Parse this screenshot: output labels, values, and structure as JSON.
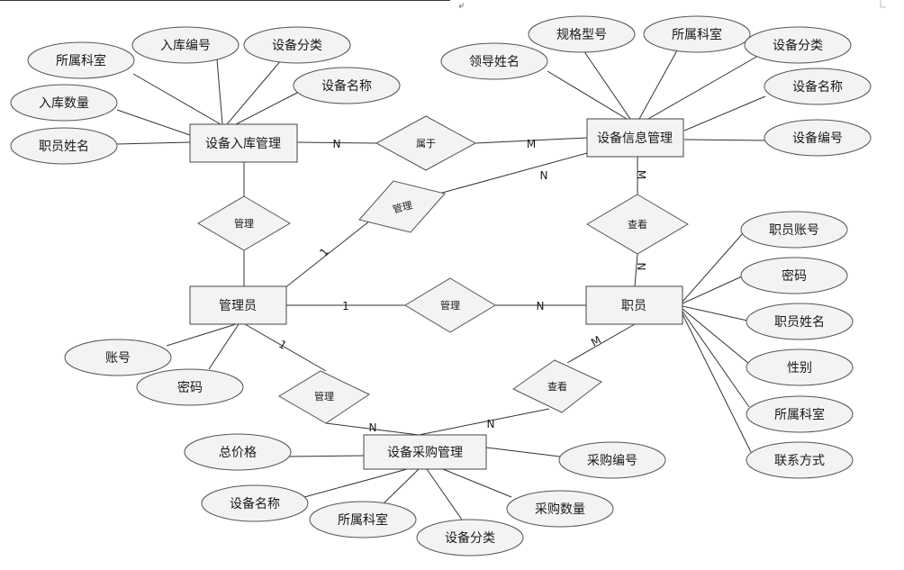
{
  "entities": [
    {
      "id": "rk",
      "label": "设备入库管理"
    },
    {
      "id": "xx",
      "label": "设备信息管理"
    },
    {
      "id": "gly",
      "label": "管理员"
    },
    {
      "id": "zy",
      "label": "职员"
    },
    {
      "id": "cg",
      "label": "设备采购管理"
    }
  ],
  "relationships": [
    {
      "id": "r_sy",
      "label": "属于"
    },
    {
      "id": "r_gl1",
      "label": "管理"
    },
    {
      "id": "r_gl2",
      "label": "管理"
    },
    {
      "id": "r_ck1",
      "label": "查看"
    },
    {
      "id": "r_gl3",
      "label": "管理"
    },
    {
      "id": "r_gl4",
      "label": "管理"
    },
    {
      "id": "r_ck2",
      "label": "查看"
    }
  ],
  "attributes": [
    {
      "id": "a1",
      "label": "所属科室"
    },
    {
      "id": "a2",
      "label": "入库编号"
    },
    {
      "id": "a3",
      "label": "设备分类"
    },
    {
      "id": "a4",
      "label": "设备名称"
    },
    {
      "id": "a5",
      "label": "入库数量"
    },
    {
      "id": "a6",
      "label": "职员姓名"
    },
    {
      "id": "b1",
      "label": "规格型号"
    },
    {
      "id": "b2",
      "label": "所属科室"
    },
    {
      "id": "b3",
      "label": "设备分类"
    },
    {
      "id": "b4",
      "label": "领导姓名"
    },
    {
      "id": "b5",
      "label": "设备名称"
    },
    {
      "id": "b6",
      "label": "设备编号"
    },
    {
      "id": "c1",
      "label": "职员账号"
    },
    {
      "id": "c2",
      "label": "密码"
    },
    {
      "id": "c3",
      "label": "职员姓名"
    },
    {
      "id": "c4",
      "label": "性别"
    },
    {
      "id": "c5",
      "label": "所属科室"
    },
    {
      "id": "c6",
      "label": "联系方式"
    },
    {
      "id": "d1",
      "label": "账号"
    },
    {
      "id": "d2",
      "label": "密码"
    },
    {
      "id": "e1",
      "label": "总价格"
    },
    {
      "id": "e2",
      "label": "采购编号"
    },
    {
      "id": "e3",
      "label": "设备名称"
    },
    {
      "id": "e4",
      "label": "所属科室"
    },
    {
      "id": "e5",
      "label": "设备分类"
    },
    {
      "id": "e6",
      "label": "采购数量"
    }
  ],
  "cardinalities": [
    {
      "id": "k1",
      "label": "N"
    },
    {
      "id": "k2",
      "label": "M"
    },
    {
      "id": "k3",
      "label": "N"
    },
    {
      "id": "k4",
      "label": "1"
    },
    {
      "id": "k5",
      "label": "M"
    },
    {
      "id": "k6",
      "label": "N"
    },
    {
      "id": "k7",
      "label": "1"
    },
    {
      "id": "k8",
      "label": "N"
    },
    {
      "id": "k9",
      "label": "1"
    },
    {
      "id": "k10",
      "label": "N"
    },
    {
      "id": "k11",
      "label": "M"
    },
    {
      "id": "k12",
      "label": "N"
    }
  ]
}
